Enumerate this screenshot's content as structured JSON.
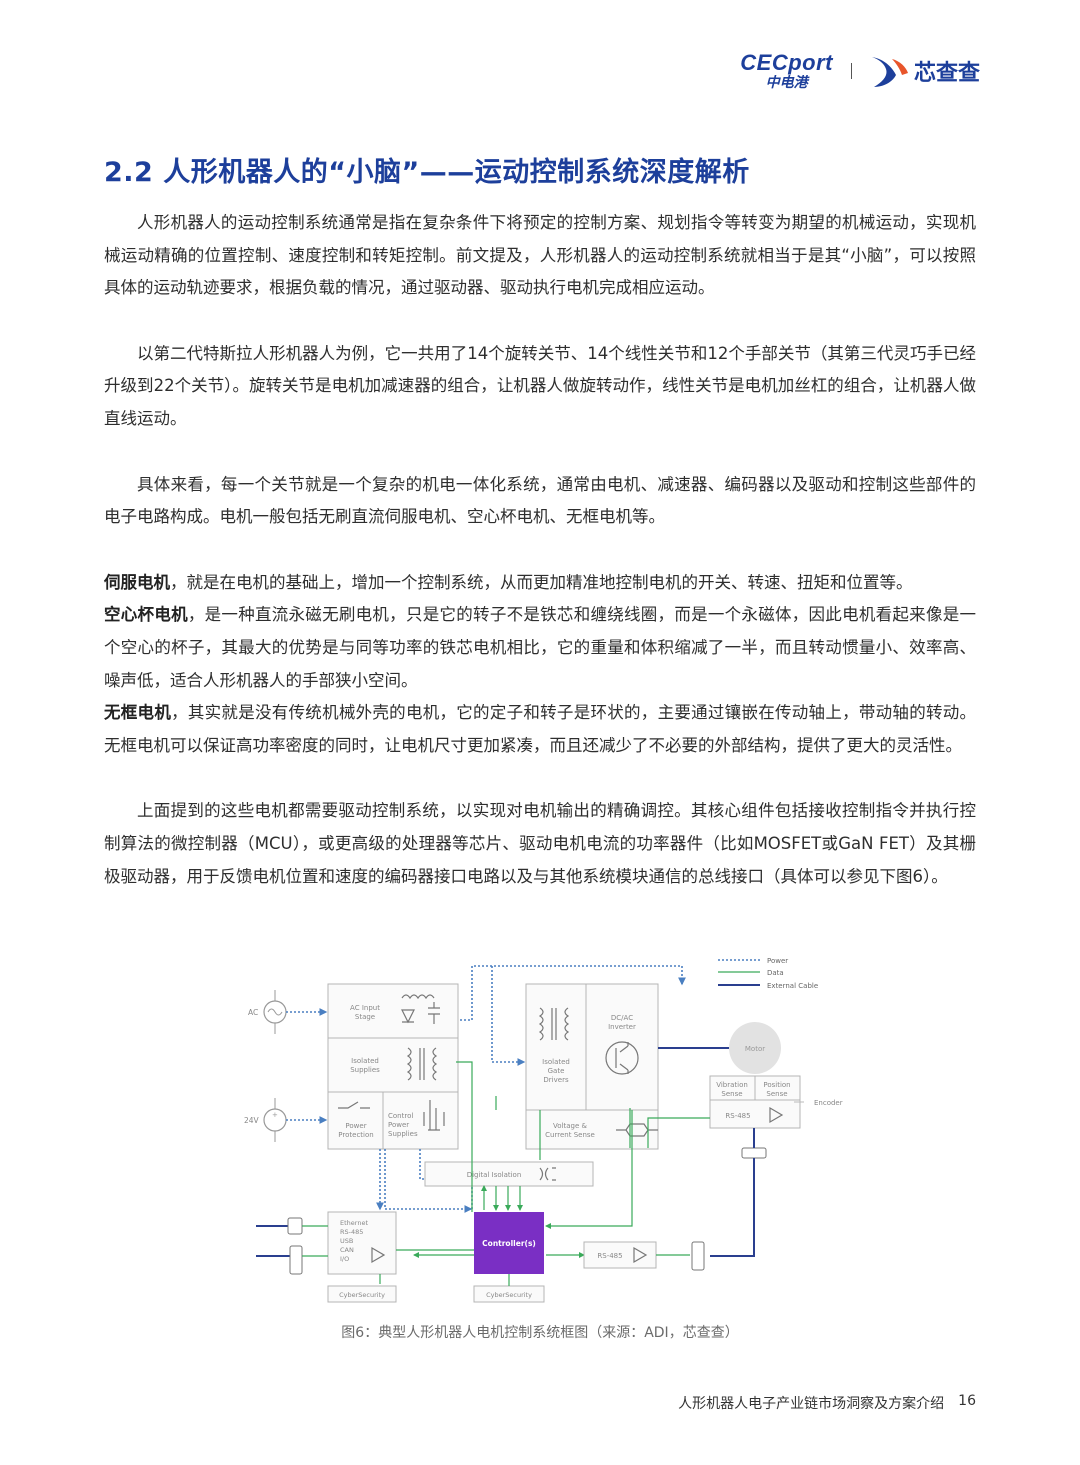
{
  "header": {
    "logo_cecport_en": "CECport",
    "logo_cecport_zh": "中电港",
    "logo_xinchacha": "芯查查"
  },
  "section": {
    "title": "2.2 人形机器人的“小脑”——运动控制系统深度解析"
  },
  "paragraphs": {
    "p1": "人形机器人的运动控制系统通常是指在复杂条件下将预定的控制方案、规划指令等转变为期望的机械运动，实现机械运动精确的位置控制、速度控制和转矩控制。前文提及，人形机器人的运动控制系统就相当于是其“小脑”，可以按照具体的运动轨迹要求，根据负载的情况，通过驱动器、驱动执行电机完成相应运动。",
    "p2": "以第二代特斯拉人形机器人为例，它一共用了14个旋转关节、14个线性关节和12个手部关节（其第三代灵巧手已经升级到22个关节）。旋转关节是电机加减速器的组合，让机器人做旋转动作，线性关节是电机加丝杠的组合，让机器人做直线运动。",
    "p3": "具体来看，每一个关节就是一个复杂的机电一体化系统，通常由电机、减速器、编码器以及驱动和控制这些部件的电子电路构成。电机一般包括无刷直流伺服电机、空心杯电机、无框电机等。",
    "servo_term": "伺服电机",
    "servo_text": "，就是在电机的基础上，增加一个控制系统，从而更加精准地控制电机的开关、转速、扭矩和位置等。",
    "coreless_term": "空心杯电机",
    "coreless_text": "，是一种直流永磁无刷电机，只是它的转子不是铁芯和缠绕线圈，而是一个永磁体，因此电机看起来像是一个空心的杯子，其最大的优势是与同等功率的铁芯电机相比，它的重量和体积缩减了一半，而且转动惯量小、效率高、噪声低，适合人形机器人的手部狭小空间。",
    "frameless_term": "无框电机",
    "frameless_text": "，其实就是没有传统机械外壳的电机，它的定子和转子是环状的，主要通过镶嵌在传动轴上，带动轴的转动。无框电机可以保证高功率密度的同时，让电机尺寸更加紧凑，而且还减少了不必要的外部结构，提供了更大的灵活性。",
    "p5": "上面提到的这些电机都需要驱动控制系统，以实现对电机输出的精确调控。其核心组件包括接收控制指令并执行控制算法的微控制器（MCU），或更高级的处理器等芯片、驱动电机电流的功率器件（比如MOSFET或GaN FET）及其栅极驱动器，用于反馈电机位置和速度的编码器接口电路以及与其他系统模块通信的总线接口（具体可以参见下图6）。"
  },
  "diagram": {
    "legend": {
      "power": "Power",
      "data": "Data",
      "cable": "External Cable"
    },
    "colors": {
      "power": "#4a7fc1",
      "data": "#3aaa5a",
      "cable": "#2a3f8f",
      "controller": "#7a2fc4",
      "box": "#b5b5b5"
    },
    "labels": {
      "ac": "AC",
      "v24": "24V",
      "ac_input_1": "AC Input",
      "ac_input_2": "Stage",
      "isolated_supplies_1": "Isolated",
      "isolated_supplies_2": "Supplies",
      "power_protection_1": "Power",
      "power_protection_2": "Protection",
      "control_power_1": "Control",
      "control_power_2": "Power",
      "control_power_3": "Supplies",
      "gate_drivers_1": "Isolated",
      "gate_drivers_2": "Gate",
      "gate_drivers_3": "Drivers",
      "dcac_1": "DC/AC",
      "dcac_2": "Inverter",
      "voltage_sense_1": "Voltage &",
      "voltage_sense_2": "Current Sense",
      "digital_isolation": "Digital Isolation",
      "motor": "Motor",
      "vibration_1": "Vibration",
      "vibration_2": "Sense",
      "position_1": "Position",
      "position_2": "Sense",
      "rs485_a": "RS-485",
      "rs485_b": "RS-485",
      "encoder": "Encoder",
      "comm_1": "Ethernet",
      "comm_2": "RS-485",
      "comm_3": "USB",
      "comm_4": "CAN",
      "comm_5": "I/O",
      "controller": "Controller(s)",
      "cyber_a": "CyberSecurity",
      "cyber_b": "CyberSecurity"
    }
  },
  "figure": {
    "caption": "图6：典型人形机器人电机控制系统框图（来源：ADI，芯查查）"
  },
  "footer": {
    "title": "人形机器人电子产业链市场洞察及方案介绍",
    "page": "16"
  }
}
